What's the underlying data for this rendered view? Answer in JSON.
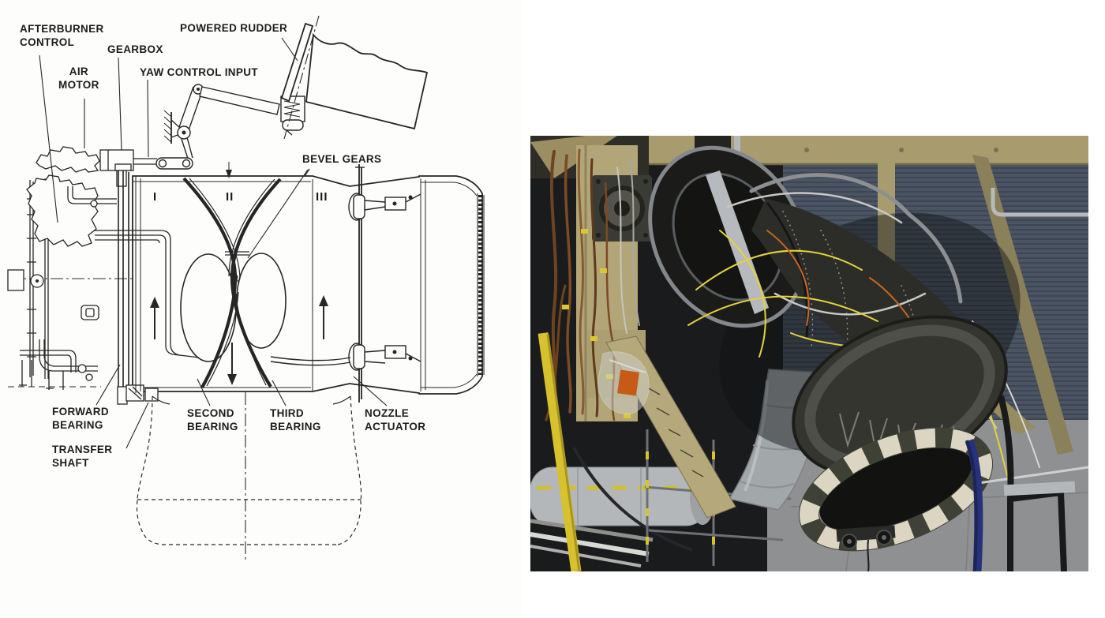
{
  "figure": {
    "left_panel": {
      "type": "technical-line-diagram",
      "alt": "Cutaway schematic of a jet engine with yaw thrust-vectoring linkage and powered rudder",
      "labels": {
        "afterburner_control": "AFTERBURNER\nCONTROL",
        "gearbox": "GEARBOX",
        "air_motor": "AIR\nMOTOR",
        "yaw_control_input": "YAW CONTROL INPUT",
        "powered_rudder": "POWERED RUDDER",
        "bevel_gears": "BEVEL GEARS",
        "forward_bearing": "FORWARD\nBEARING",
        "transfer_shaft": "TRANSFER\nSHAFT",
        "second_bearing": "SECOND\nBEARING",
        "third_bearing": "THIRD\nBEARING",
        "nozzle_actuator": "NOZZLE\nACTUATOR"
      },
      "stations": {
        "one": "I",
        "two": "II",
        "three": "III"
      },
      "ink_color": "#262626",
      "paper_color": "#fdfdfc"
    },
    "right_panel": {
      "type": "photograph",
      "alt": "Jet engine with vectoring exhaust nozzle mounted in an engine test cell",
      "palette": {
        "stand_tan": "#a89c6e",
        "acoustic_panel_blue_gray": "#4a5462",
        "engine_dark": "#2c2d29",
        "wire_yellow": "#e6d23a",
        "wire_orange": "#c8671d",
        "wire_copper": "#7c4a24",
        "duct_gray": "#a2a7aa",
        "wall_gray": "#8e9092",
        "pipe_navy": "#26337c",
        "pole_yellow": "#d7c12c",
        "nozzle_stripe_white": "#dbd5c1"
      }
    }
  }
}
